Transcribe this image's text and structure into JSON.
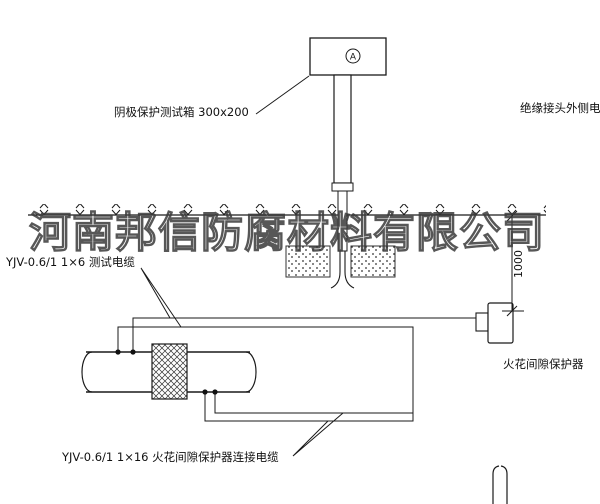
{
  "colors": {
    "line": "#1a1a1a",
    "watermark": "#3a3a3a",
    "background": "#ffffff"
  },
  "watermark": {
    "text": "河南邦信防腐材料有限公司"
  },
  "test_box": {
    "label": "阴极保护测试箱 300x200",
    "meter_symbol": "A"
  },
  "cables": {
    "test_cable_label": "YJV-0.6/1 1×6  测试电缆",
    "protector_cable_label": "YJV-0.6/1 1×16  火花间隙保护器连接电缆",
    "outer_joint_cable_label": "绝缘接头外侧电缆"
  },
  "protector": {
    "label": "火花间隙保护器"
  },
  "dimension": {
    "value": "1000"
  }
}
